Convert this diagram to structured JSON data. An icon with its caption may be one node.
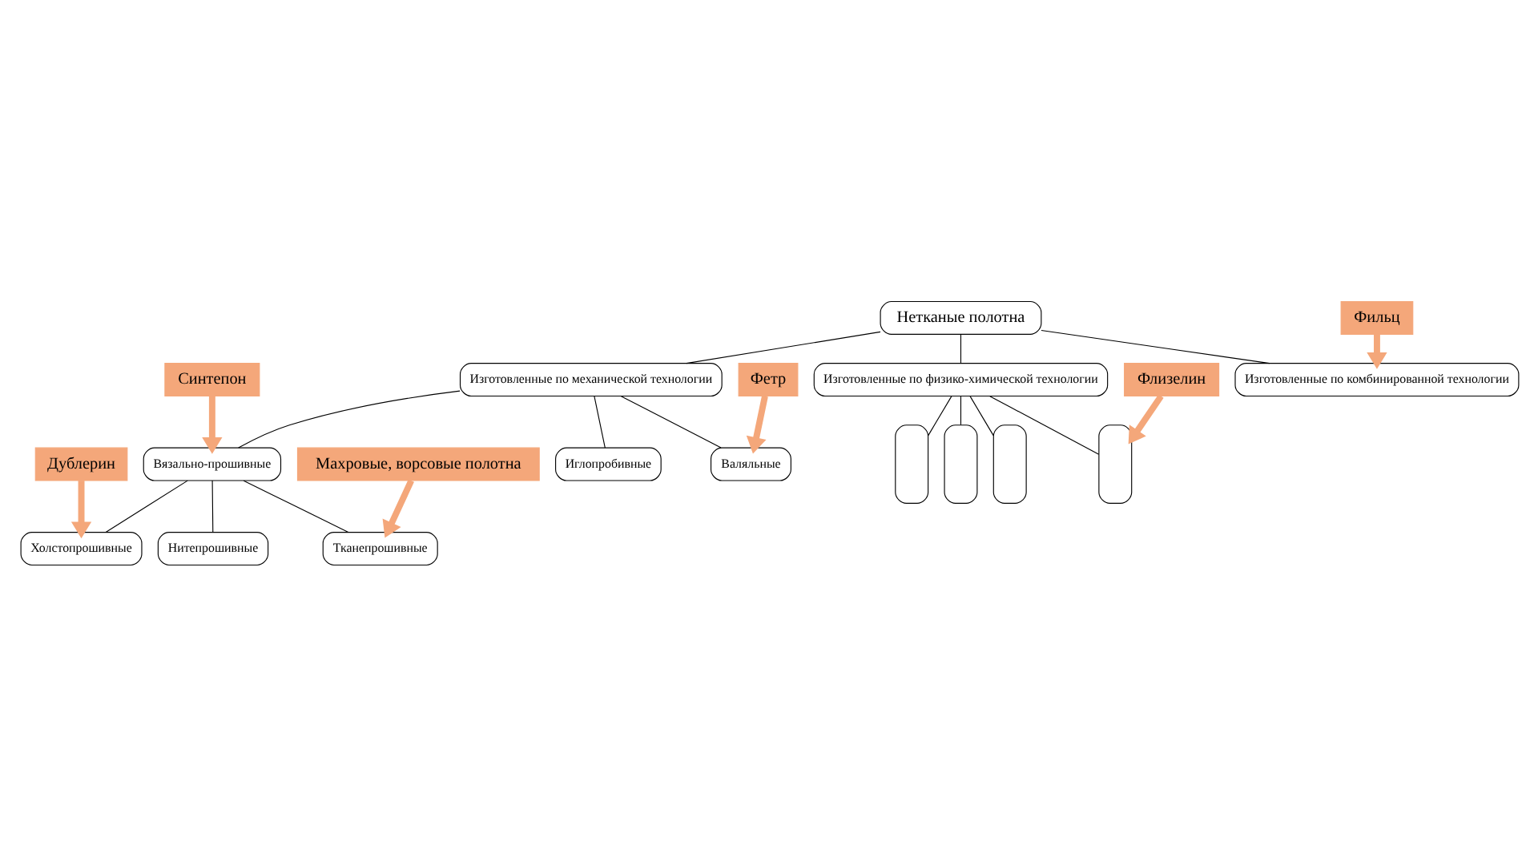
{
  "diagram": {
    "nodes": [
      {
        "text": [
          "Нетканые полотна"
        ]
      },
      {
        "text": [
          "Изготовленные по механической технологии"
        ]
      },
      {
        "text": [
          "Изготовленные по физико-химической технологии"
        ]
      },
      {
        "text": [
          "Изготовленные по комбинированной технологии"
        ]
      },
      {
        "text": [
          "Вязально-прошивные"
        ]
      },
      {
        "text": [
          "Иглопробивные"
        ]
      },
      {
        "text": [
          "Валяльные"
        ]
      },
      {
        "text": [],
        "shape": "box"
      },
      {
        "text": [],
        "shape": "box"
      },
      {
        "text": [],
        "shape": "box"
      },
      {
        "text": [],
        "shape": "box"
      },
      {
        "text": [
          "Холстопрошивные"
        ]
      },
      {
        "text": [
          "Нитепрошивные"
        ]
      },
      {
        "text": [
          "Тканепрошивные"
        ]
      },
      {
        "text": [
          "Синтепон"
        ]
      },
      {
        "text": [
          "Фильц"
        ]
      },
      {
        "text": [
          "Фетр"
        ]
      },
      {
        "text": [
          "Флизелин"
        ]
      },
      {
        "text": [
          "Дублерин"
        ]
      },
      {
        "text": [
          "Махровые, ворсовые полотна"
        ]
      }
    ],
    "edges": [
      {
        "from": 0,
        "to": 1,
        "arrow": "none"
      },
      {
        "from": 0,
        "to": 2,
        "arrow": "none"
      },
      {
        "from": 0,
        "to": 3,
        "arrow": "none"
      },
      {
        "from": 1,
        "to": 4,
        "arrow": "none"
      },
      {
        "from": 1,
        "to": 5,
        "arrow": "none"
      },
      {
        "from": 1,
        "to": 6,
        "arrow": "none"
      },
      {
        "from": 2,
        "to": 7,
        "arrow": "none"
      },
      {
        "from": 2,
        "to": 8,
        "arrow": "none"
      },
      {
        "from": 2,
        "to": 9,
        "arrow": "none"
      },
      {
        "from": 2,
        "to": 10,
        "arrow": "none"
      },
      {
        "from": 4,
        "to": 11,
        "arrow": "none"
      },
      {
        "from": 4,
        "to": 12,
        "arrow": "none"
      },
      {
        "from": 4,
        "to": 13,
        "arrow": "none"
      },
      {
        "from": 14,
        "to": 4,
        "arrow": "to",
        "style": "thick",
        "color": "#f4a77a"
      },
      {
        "from": 15,
        "to": 3,
        "arrow": "to",
        "style": "thick",
        "color": "#f4a77a"
      },
      {
        "from": 16,
        "to": 6,
        "arrow": "to",
        "style": "thick",
        "color": "#f4a77a"
      },
      {
        "from": 17,
        "to": 10,
        "arrow": "to",
        "style": "thick",
        "color": "#f4a77a"
      },
      {
        "from": 18,
        "to": 11,
        "arrow": "to",
        "style": "thick",
        "color": "#f4a77a"
      },
      {
        "from": 19,
        "to": 13,
        "arrow": "to",
        "style": "thick",
        "color": "#f4a77a"
      }
    ]
  }
}
